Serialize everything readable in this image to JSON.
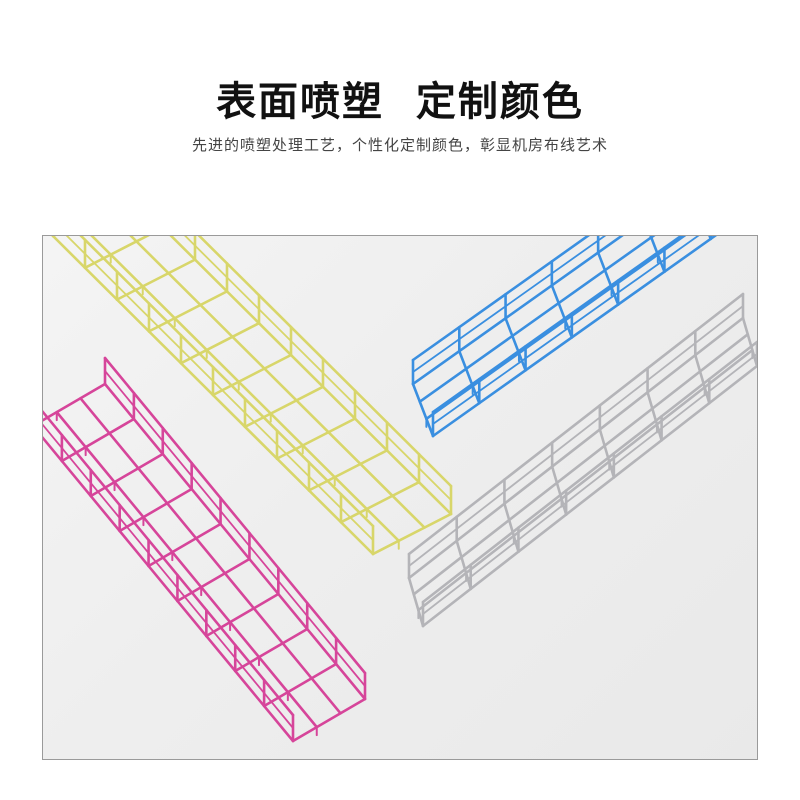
{
  "header": {
    "title": "表面喷塑  定制颜色",
    "subtitle": "先进的喷塑处理工艺，个性化定制颜色，彰显机房布线艺术"
  },
  "product_image": {
    "trays": [
      {
        "name": "yellow-wire-tray",
        "color": "#d8d66a"
      },
      {
        "name": "blue-wire-tray",
        "color": "#3a8fe0"
      },
      {
        "name": "pink-wire-tray",
        "color": "#d6459a"
      },
      {
        "name": "grey-wire-tray",
        "color": "#b4b4b8"
      }
    ],
    "background": "#eeeeee"
  }
}
